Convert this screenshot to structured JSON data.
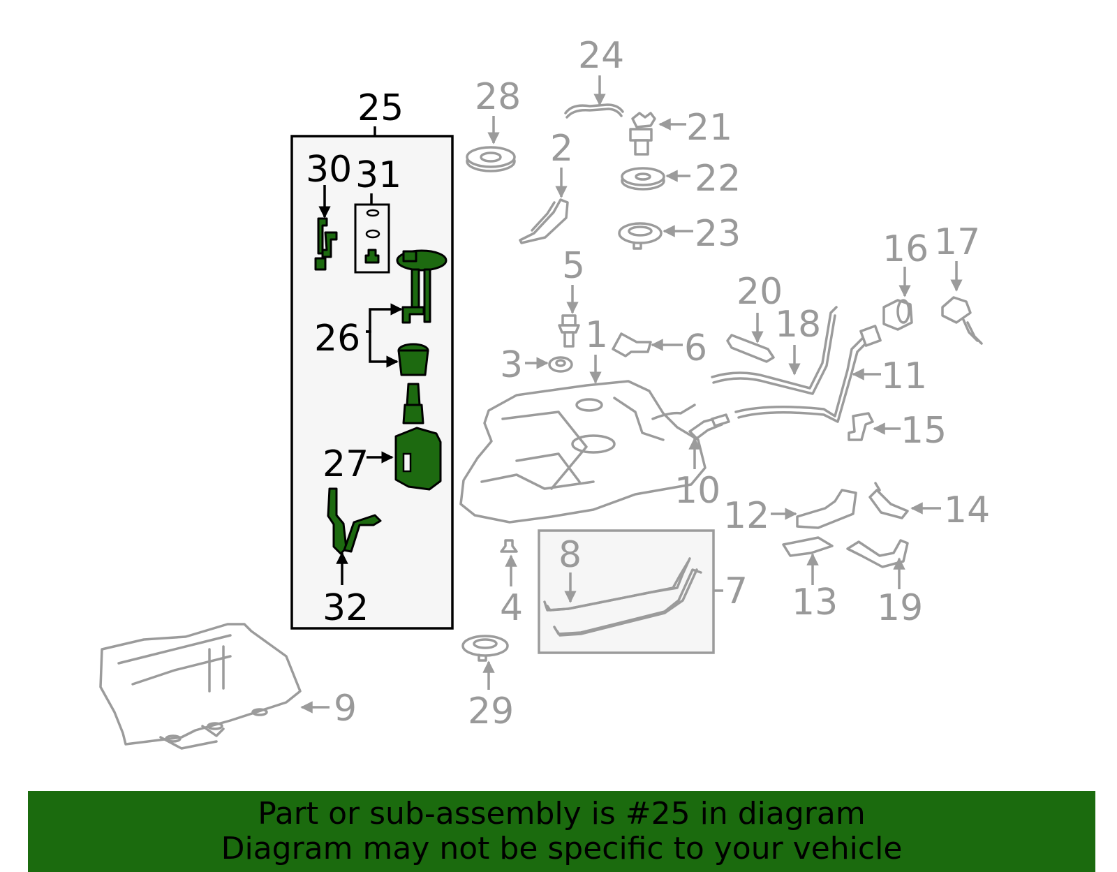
{
  "colors": {
    "highlight_green": "#1b6b0e",
    "part_outline_gray": "#9b9b9b",
    "highlight_box_outline": "#000000"
  },
  "callouts": {
    "c1": "1",
    "c2": "2",
    "c3": "3",
    "c4": "4",
    "c5": "5",
    "c6": "6",
    "c7": "7",
    "c8": "8",
    "c9": "9",
    "c10": "10",
    "c11": "11",
    "c12": "12",
    "c13": "13",
    "c14": "14",
    "c15": "15",
    "c16": "16",
    "c17": "17",
    "c18": "18",
    "c19": "19",
    "c20": "20",
    "c21": "21",
    "c22": "22",
    "c23": "23",
    "c24": "24",
    "c25": "25",
    "c26": "26",
    "c27": "27",
    "c28": "28",
    "c29": "29",
    "c30": "30",
    "c31": "31",
    "c32": "32"
  },
  "highlighted_part": "25",
  "footer": {
    "line1": "Part or sub-assembly is #25 in diagram",
    "line2": "Diagram may not be specific to your vehicle"
  }
}
